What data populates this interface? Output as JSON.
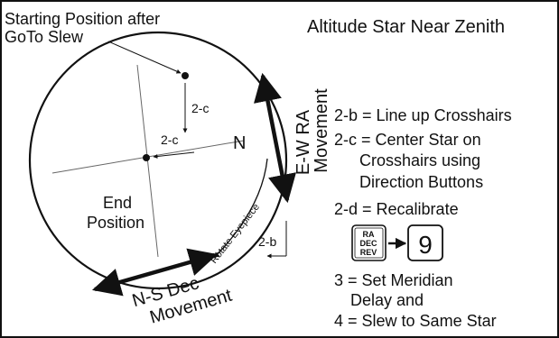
{
  "top_left": {
    "line1": "Starting Position after",
    "line2": "GoTo Slew"
  },
  "title": "Altitude Star Near Zenith",
  "labels": {
    "two_c_vertical": "2-c",
    "two_c_horizontal": "2-c",
    "north": "N",
    "end_position_line1": "End",
    "end_position_line2": "Position",
    "ew_ra_line1": "E-W RA",
    "ew_ra_line2": "Movement",
    "rotate_eyepiece": "Rotate Eyepiece",
    "two_b": "2-b",
    "ns_dec_line1": "N-S Dec",
    "ns_dec_line2": "Movement"
  },
  "steps": {
    "s2b": "2-b = Line up Crosshairs",
    "s2c_line1": "2-c = Center Star on",
    "s2c_line2": "Crosshairs using",
    "s2c_line3": "Direction Buttons",
    "s2d": "2-d = Recalibrate",
    "s3_line1": "3 = Set Meridian",
    "s3_line2": "Delay and",
    "s4": "4 = Slew to Same Star"
  },
  "keypad": {
    "rra": "RA",
    "rdec": "DEC",
    "rrev": "REV",
    "digit": "9"
  }
}
